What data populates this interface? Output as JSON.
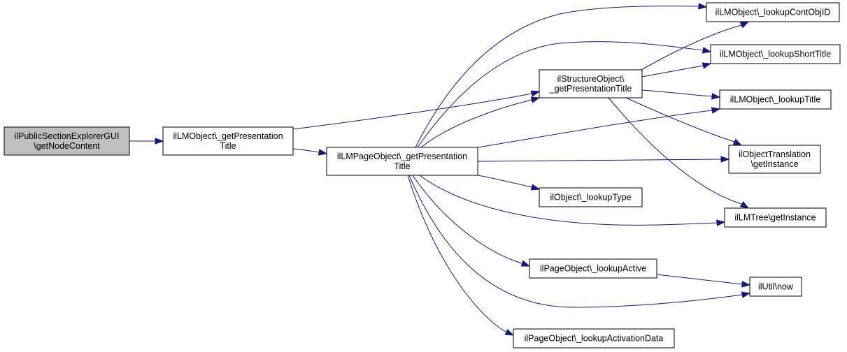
{
  "diagram": {
    "nodes": [
      {
        "id": "root",
        "lines": [
          "ilPublicSectionExplorerGUI",
          "\\getNodeContent"
        ]
      },
      {
        "id": "lmobj_getpres",
        "lines": [
          "ilLMObject\\_getPresentation",
          "Title"
        ]
      },
      {
        "id": "lmpage_getpres",
        "lines": [
          "ilLMPageObject\\_getPresentation",
          "Title"
        ]
      },
      {
        "id": "struct_getpres",
        "lines": [
          "ilStructureObject\\",
          "_getPresentationTitle"
        ]
      },
      {
        "id": "lookup_contobj",
        "lines": [
          "ilLMObject\\_lookupContObjID"
        ]
      },
      {
        "id": "lookup_short",
        "lines": [
          "ilLMObject\\_lookupShortTitle"
        ]
      },
      {
        "id": "lookup_title",
        "lines": [
          "ilLMObject\\_lookupTitle"
        ]
      },
      {
        "id": "objtrans_inst",
        "lines": [
          "ilObjectTranslation",
          "\\getInstance"
        ]
      },
      {
        "id": "obj_lookuptype",
        "lines": [
          "ilObject\\_lookupType"
        ]
      },
      {
        "id": "lmtree_inst",
        "lines": [
          "ilLMTree\\getInstance"
        ]
      },
      {
        "id": "page_active",
        "lines": [
          "ilPageObject\\_lookupActive"
        ]
      },
      {
        "id": "util_now",
        "lines": [
          "ilUtil\\now"
        ]
      },
      {
        "id": "page_activation",
        "lines": [
          "ilPageObject\\_lookupActivationData"
        ]
      }
    ],
    "edges": [
      {
        "from": "root",
        "to": "lmobj_getpres"
      },
      {
        "from": "lmobj_getpres",
        "to": "struct_getpres"
      },
      {
        "from": "lmobj_getpres",
        "to": "lmpage_getpres"
      },
      {
        "from": "lmpage_getpres",
        "to": "lookup_contobj"
      },
      {
        "from": "lmpage_getpres",
        "to": "lookup_short"
      },
      {
        "from": "lmpage_getpres",
        "to": "struct_getpres"
      },
      {
        "from": "lmpage_getpres",
        "to": "lookup_title"
      },
      {
        "from": "lmpage_getpres",
        "to": "objtrans_inst"
      },
      {
        "from": "lmpage_getpres",
        "to": "obj_lookuptype"
      },
      {
        "from": "lmpage_getpres",
        "to": "lmtree_inst"
      },
      {
        "from": "lmpage_getpres",
        "to": "page_active"
      },
      {
        "from": "lmpage_getpres",
        "to": "util_now"
      },
      {
        "from": "lmpage_getpres",
        "to": "page_activation"
      },
      {
        "from": "struct_getpres",
        "to": "lookup_contobj"
      },
      {
        "from": "struct_getpres",
        "to": "lookup_short"
      },
      {
        "from": "struct_getpres",
        "to": "lookup_title"
      },
      {
        "from": "struct_getpres",
        "to": "objtrans_inst"
      },
      {
        "from": "struct_getpres",
        "to": "lmtree_inst"
      },
      {
        "from": "page_active",
        "to": "util_now"
      }
    ],
    "colors": {
      "edge": "#191970",
      "root_fill": "#bfbfbf",
      "node_fill": "#ffffff",
      "node_border": "#000000"
    }
  }
}
